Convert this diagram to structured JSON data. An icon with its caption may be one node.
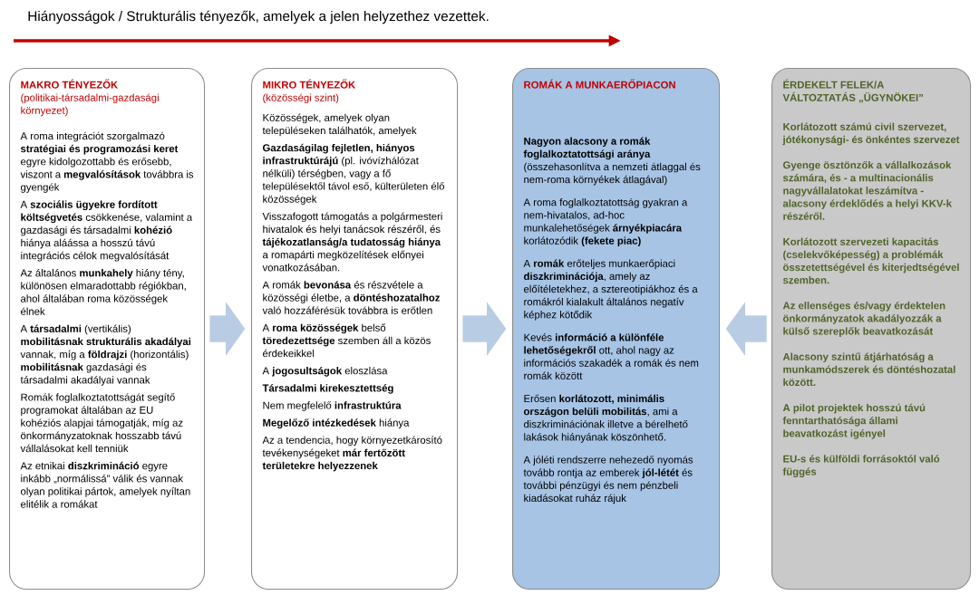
{
  "diagram": {
    "title": "Hiányosságok / Strukturális tényezők, amelyek a jelen helyzethez vezettek.",
    "nodes": [
      {
        "text": [
          "MAKRO TÉNYEZŐK",
          "(politikai-társadalmi-gazdasági környezet)",
          "A roma integrációt szorgalmazó **stratégiai és programozási keret** egyre kidolgozottabb és erősebb, viszont a **megvalósítások** továbbra is gyengék",
          "A **szociális ügyekre fordított költségvetés** csökkenése, valamint a gazdasági és társadalmi **kohézió** hiánya aláássa a hosszú távú integrációs célok megvalósítását",
          "Az általános **munkahely** hiány tény, különösen elmaradottabb régiókban, ahol általában roma közösségek élnek",
          "A **társadalmi** (vertikális) **mobilitásnak strukturális akadályai** vannak, míg a **földrajzi** (horizontális) **mobilitásnak** gazdasági és társadalmi akadályai vannak",
          "Romák foglalkoztatottságát segítő programokat általában az EU kohéziós alapjai támogatják, míg az önkormányzatoknak hosszabb távú vállalásokat kell tenniük",
          "Az etnikai **diszkrimináció** egyre inkább „normálissá” válik és vannak olyan politikai pártok, amelyek nyíltan elitélik a romákat"
        ]
      },
      {
        "text": [
          "MIKRO TÉNYEZŐK",
          "(közösségi szint)",
          "Közösségek, amelyek olyan településeken találhatók, amelyek",
          "**Gazdaságilag fejletlen, hiányos infrastruktúrájú** (pl. ivóvízhálózat nélküli) térségben, vagy a fő településektől távol eső, külterületen élő közösségek",
          "Visszafogott támogatás a polgármesteri hivatalok és helyi tanácsok részéről, és **tájékozatlanság/a tudatosság hiánya** a romapárti megközelítések előnyei vonatkozásában.",
          "A romák **bevonása** és részvétele a közösségi életbe, a **döntéshozatalhoz** való hozzáférésük továbbra is erőtlen",
          "A **roma közösségek** belső **töredezettsége** szemben áll a közös érdekeikkel",
          "A **jogosultságok** eloszlása",
          "**Társadalmi kirekesztettség**",
          "Nem megfelelő **infrastruktúra**",
          "**Megelőző intézkedések** hiánya",
          "Az a tendencia, hogy környezetkárosító tevékenységeket **már fertőzött területekre helyezzenek**"
        ]
      },
      {
        "text": [
          "ROMÁK A MUNKAERŐPIACON",
          "**Nagyon alacsony a romák foglalkoztatottsági aránya** (összehasonlítva a nemzeti átlaggal és nem-roma környékek átlagával)",
          "A roma foglalkoztatottság gyakran a nem-hivatalos, ad-hoc munkalehetőségek **árnyékpiacára** korlátozódik **(fekete piac)**",
          "A **romák** erőteljes munkaerőpiaci **diszkriminációja**, amely az előítéletekhez, a sztereotipiákhoz és a romákról kialakult általános negatív képhez kötődik",
          "Kevés **információ a különféle lehetőségekről** ott, ahol nagy az információs szakadék a romák és nem romák között",
          "Erősen **korlátozott, minimális országon belüli mobilitás**, ami a diszkriminációnak illetve a bérelhető lakások hiányának köszönhető.",
          "A jóléti rendszerre nehezedő nyomás tovább rontja az emberek **jól-létét** és további pénzügyi és nem pénzbeli kiadásokat ruház rájuk"
        ]
      },
      {
        "text": [
          "ÉRDEKELT FELEK/A VÁLTOZTATÁS „ÜGYNÖKEI”",
          "Korlátozott számú civil szervezet, jótékonysági- és önkéntes szervezet",
          "Gyenge ösztönzők a vállalkozások számára, és - a multinacionális nagyvállalatokat leszámítva - alacsony érdeklődés a helyi KKV-k részéről.",
          "Korlátozott szervezeti kapacitás (cselekvőképesség) a problémák összetettségével és kiterjedtségével szemben.",
          "Az ellenséges és/vagy érdektelen önkormányzatok akadályozzák a külső szereplők beavatkozását",
          "Alacsony szintű átjárhatóság a munkamódszerek és döntéshozatal között.",
          "A pilot projektek hosszú távú fenntarthatósága állami beavatkozást igényel",
          "EU-s és külföldi forrásoktól való függés"
        ]
      }
    ],
    "edges": [
      {
        "from": 0,
        "to": 1,
        "arrow": "to"
      },
      {
        "from": 1,
        "to": 2,
        "arrow": "to"
      },
      {
        "from": 3,
        "to": 2,
        "arrow": "to"
      }
    ]
  }
}
